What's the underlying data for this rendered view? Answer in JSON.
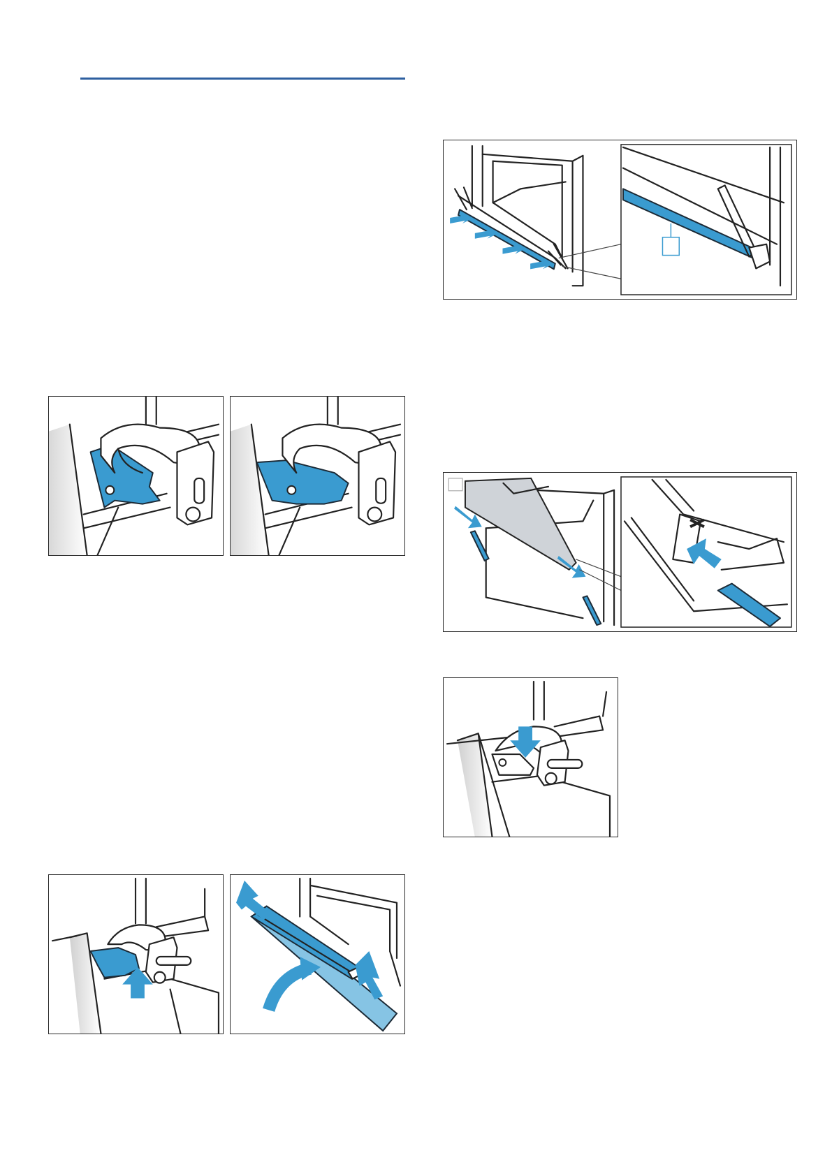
{
  "page": {
    "accent_color": "#2e5fa0",
    "highlight_color": "#3a9bd0"
  },
  "figures": [
    {
      "id": "hinge-lever-open",
      "icons": [
        "hinge-icon",
        "lever-icon"
      ]
    },
    {
      "id": "hinge-lever-closed",
      "icons": [
        "hinge-icon",
        "lever-icon"
      ]
    },
    {
      "id": "door-seal-strip",
      "icons": [
        "arrow-icon",
        "seal-icon"
      ]
    },
    {
      "id": "door-pane-insert",
      "icons": [
        "arrow-icon",
        "pane-icon",
        "clip-icon"
      ]
    },
    {
      "id": "hinge-press-down",
      "icons": [
        "arrow-icon",
        "hinge-icon"
      ]
    },
    {
      "id": "hinge-lift-up",
      "icons": [
        "arrow-icon",
        "hinge-icon"
      ]
    },
    {
      "id": "door-lift-off",
      "icons": [
        "arrow-icon",
        "door-icon"
      ]
    }
  ]
}
